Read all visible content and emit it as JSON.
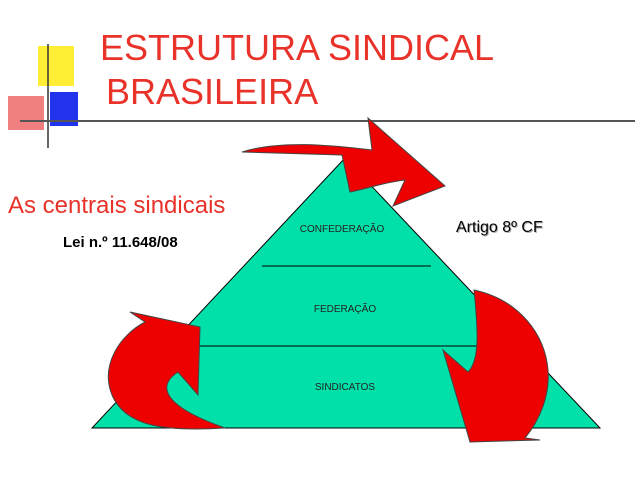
{
  "slide": {
    "title_line1": "ESTRUTURA SINDICAL",
    "title_line2": "BRASILEIRA",
    "left_label": "As centrais sindicais",
    "law_label": "Lei n.º 11.648/08",
    "right_label": "Artigo 8º CF"
  },
  "pyramid": {
    "tiers": [
      {
        "label": "CONFEDERAÇÃO"
      },
      {
        "label": "FEDERAÇÃO"
      },
      {
        "label": "SINDICATOS"
      }
    ]
  },
  "colors": {
    "title": "#e8322a",
    "pyramid_fill": "#00e0a8",
    "arrow_fill": "#ee0000",
    "deco_yellow": "#ffee33",
    "deco_red": "#f08080",
    "deco_blue": "#2233ee"
  }
}
